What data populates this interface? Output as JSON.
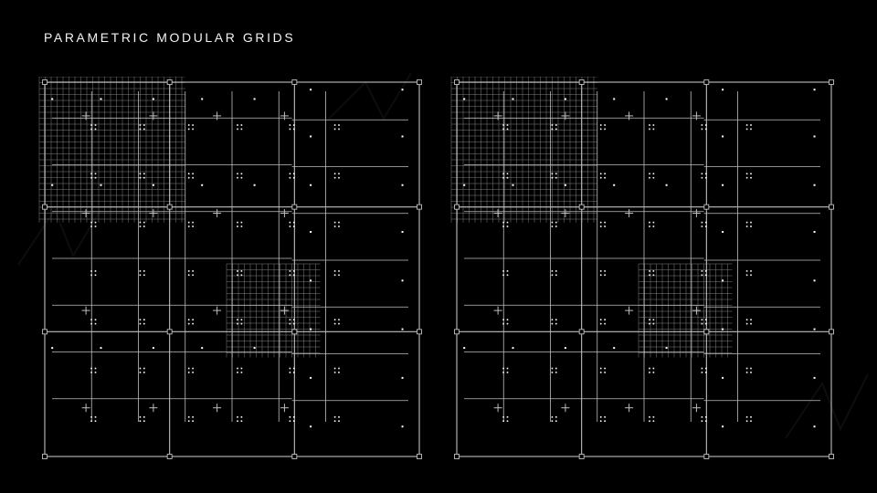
{
  "title": "PARAMETRIC MODULAR GRIDS",
  "colors": {
    "background": "#000000",
    "line": "#bfbfbf",
    "fine_grid": "#8c8c8c",
    "text": "#f2f2f2",
    "dot": "#ffffff"
  },
  "panels": [
    {
      "id": "left",
      "grid_columns": 3,
      "grid_rows": 3,
      "sub_columns": 8,
      "sub_rows": 8,
      "fine_regions": [
        {
          "col_start": 0,
          "col_end": 3,
          "row_start": 0,
          "row_end": 3
        },
        {
          "col_start": 4,
          "col_end": 6,
          "row_start": 4,
          "row_end": 6
        }
      ],
      "highlight_columns": 4
    },
    {
      "id": "right",
      "grid_columns": 3,
      "grid_rows": 3,
      "sub_columns": 8,
      "sub_rows": 8,
      "fine_regions": [
        {
          "col_start": 0,
          "col_end": 3,
          "row_start": 0,
          "row_end": 3
        },
        {
          "col_start": 4,
          "col_end": 6,
          "row_start": 4,
          "row_end": 6
        }
      ],
      "highlight_columns": 4
    }
  ]
}
